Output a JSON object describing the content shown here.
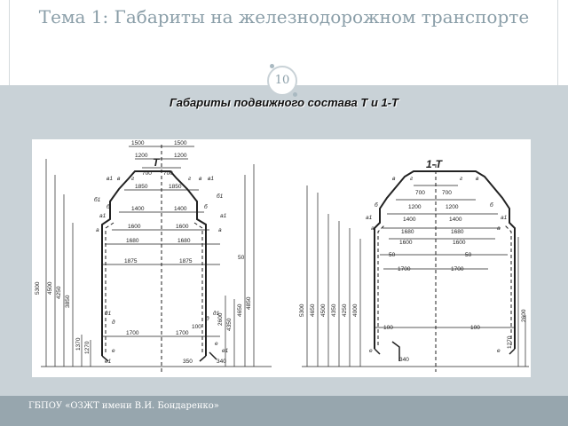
{
  "slide": {
    "title": "Тема 1: Габариты на железнодорожном транспорте",
    "number": "10",
    "subtitle": "Габариты подвижного состава Т и 1-Т",
    "footer": "ГБПОУ «ОЗЖТ имени В.И. Бондаренко»"
  },
  "colors": {
    "title": "#8a9ea8",
    "content_bg": "#c9d2d7",
    "footer_bg": "#97a6ae"
  },
  "diagram_left": {
    "label": "Т",
    "top_dims": [
      "1500",
      "1500",
      "1200",
      "1200",
      "700",
      "700",
      "1850",
      "1850",
      "1400",
      "1400",
      "1600",
      "1600",
      "1680",
      "1680",
      "1875",
      "1875",
      "1700",
      "1700"
    ],
    "vertical_dims": [
      "5300",
      "4500",
      "4250",
      "3850",
      "1370",
      "1270",
      "2600",
      "4350",
      "4650",
      "4850"
    ],
    "other_dims": [
      "50",
      "100",
      "350",
      "340"
    ],
    "letters": [
      "в1",
      "в",
      "г",
      "г",
      "в",
      "в1",
      "б1",
      "б",
      "б",
      "б1",
      "а1",
      "а",
      "а",
      "а1",
      "д1",
      "д",
      "д",
      "д1",
      "е",
      "е1",
      "е",
      "е1"
    ]
  },
  "diagram_right": {
    "label": "1-Т",
    "top_dims": [
      "700",
      "700",
      "1200",
      "1200",
      "1400",
      "1400",
      "1680",
      "1680",
      "1600",
      "1600",
      "50",
      "50",
      "1700",
      "1700",
      "100",
      "100"
    ],
    "vertical_dims": [
      "5300",
      "4650",
      "4500",
      "4350",
      "4250",
      "4000",
      "2600",
      "1270"
    ],
    "other_dims": [
      "340"
    ],
    "letters": [
      "в",
      "г",
      "г",
      "в",
      "б",
      "б",
      "а1",
      "а",
      "а",
      "а1",
      "е",
      "е"
    ]
  }
}
